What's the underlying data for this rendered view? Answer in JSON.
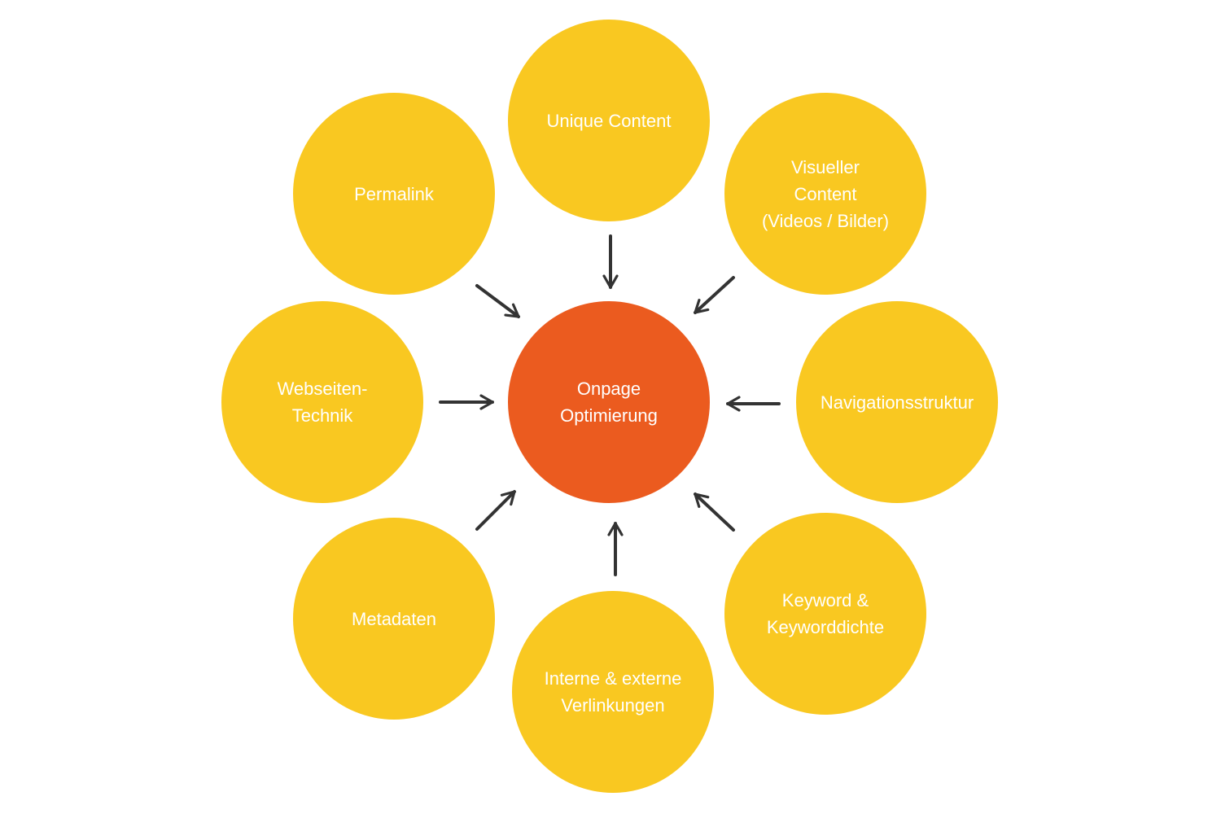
{
  "center": {
    "lines": [
      "Onpage",
      "Optimierung"
    ]
  },
  "nodes": [
    {
      "id": "unique-content",
      "lines": [
        "Unique Content"
      ]
    },
    {
      "id": "permalink",
      "lines": [
        "Permalink"
      ]
    },
    {
      "id": "visueller-content",
      "lines": [
        "Visueller",
        "Content",
        "(Videos / Bilder)"
      ]
    },
    {
      "id": "webseiten-technik",
      "lines": [
        "Webseiten-",
        "Technik"
      ]
    },
    {
      "id": "navigationsstruktur",
      "lines": [
        "Navigationsstruktur"
      ]
    },
    {
      "id": "metadaten",
      "lines": [
        "Metadaten"
      ]
    },
    {
      "id": "interne-externe-verlinkungen",
      "lines": [
        "Interne & externe",
        "Verlinkungen"
      ]
    },
    {
      "id": "keyword",
      "lines": [
        "Keyword &",
        "Keyworddichte"
      ]
    }
  ],
  "colors": {
    "satellite": "#F9C821",
    "hub": "#EB5B1F",
    "arrow": "#333333"
  }
}
